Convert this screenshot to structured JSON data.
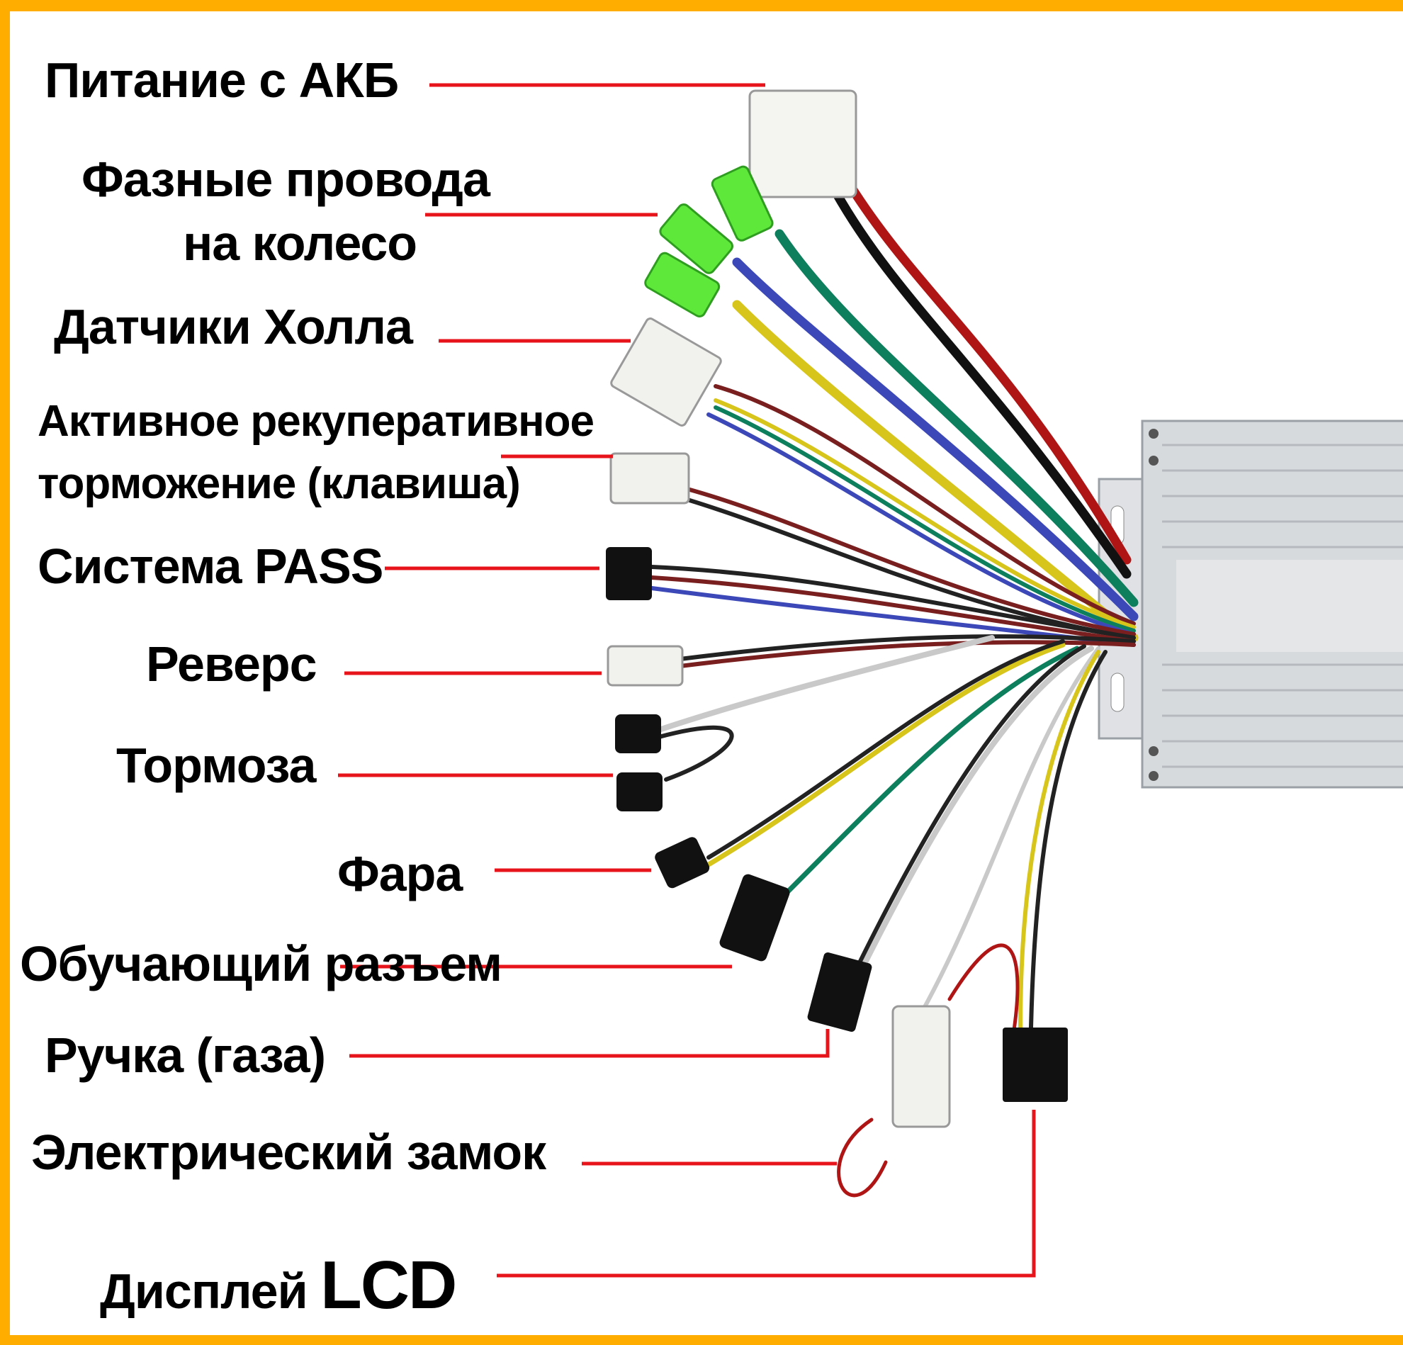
{
  "labels": {
    "battery_power": "Питание с АКБ",
    "phase_wires_line1": "Фазные провода",
    "phase_wires_line2": "на колесо",
    "hall_sensors": "Датчики Холла",
    "regen_brake_line1": "Активное рекуперативное",
    "regen_brake_line2": "торможение (клавиша)",
    "pass_system": "Система PASS",
    "reverse": "Реверс",
    "brakes": "Тормоза",
    "headlight": "Фара",
    "learning_connector": "Обучающий разъем",
    "throttle": "Ручка (газа)",
    "electric_lock": "Электрический замок",
    "display_word": "Дисплей",
    "display_lcd": "LCD"
  },
  "colors": {
    "border": "#FFAE00",
    "leader_line": "#E8141B"
  }
}
